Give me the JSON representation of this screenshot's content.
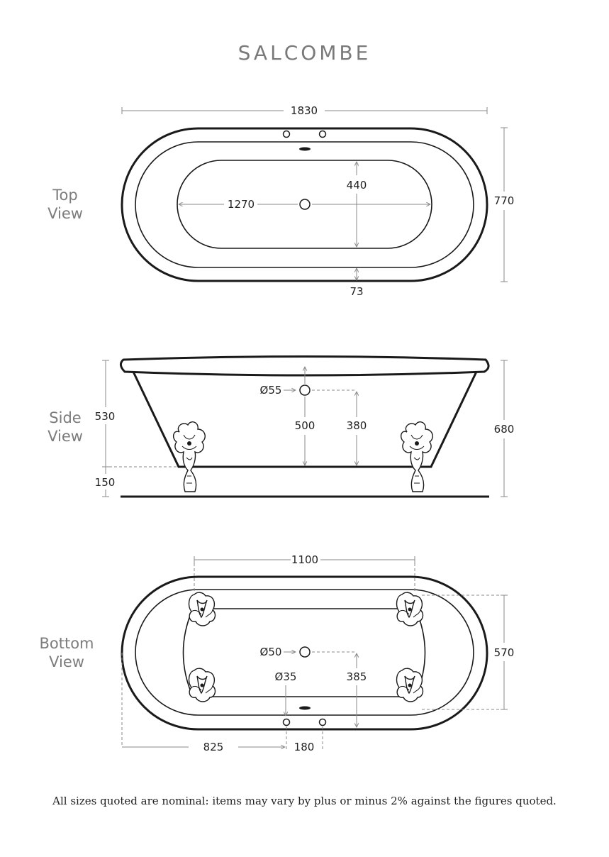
{
  "title": "SALCOMBE",
  "views": {
    "top": {
      "line1": "Top",
      "line2": "View"
    },
    "side": {
      "line1": "Side",
      "line2": "View"
    },
    "bottom": {
      "line1": "Bottom",
      "line2": "View"
    }
  },
  "dims": {
    "top_length": "1830",
    "top_width": "770",
    "top_inner_length": "1270",
    "top_inner_width": "440",
    "top_rim": "73",
    "side_waste": "Ø55",
    "side_depth": "500",
    "side_waste_height": "380",
    "side_body": "530",
    "side_leg": "150",
    "side_total": "680",
    "bottom_feet_length": "1100",
    "bottom_feet_width": "570",
    "bottom_waste": "Ø50",
    "bottom_tap": "Ø35",
    "bottom_waste_offset": "385",
    "bottom_tap_offset": "825",
    "bottom_tap_spacing": "180"
  },
  "footnote": "All sizes quoted are nominal: items may vary by plus or minus 2% against the figures quoted."
}
